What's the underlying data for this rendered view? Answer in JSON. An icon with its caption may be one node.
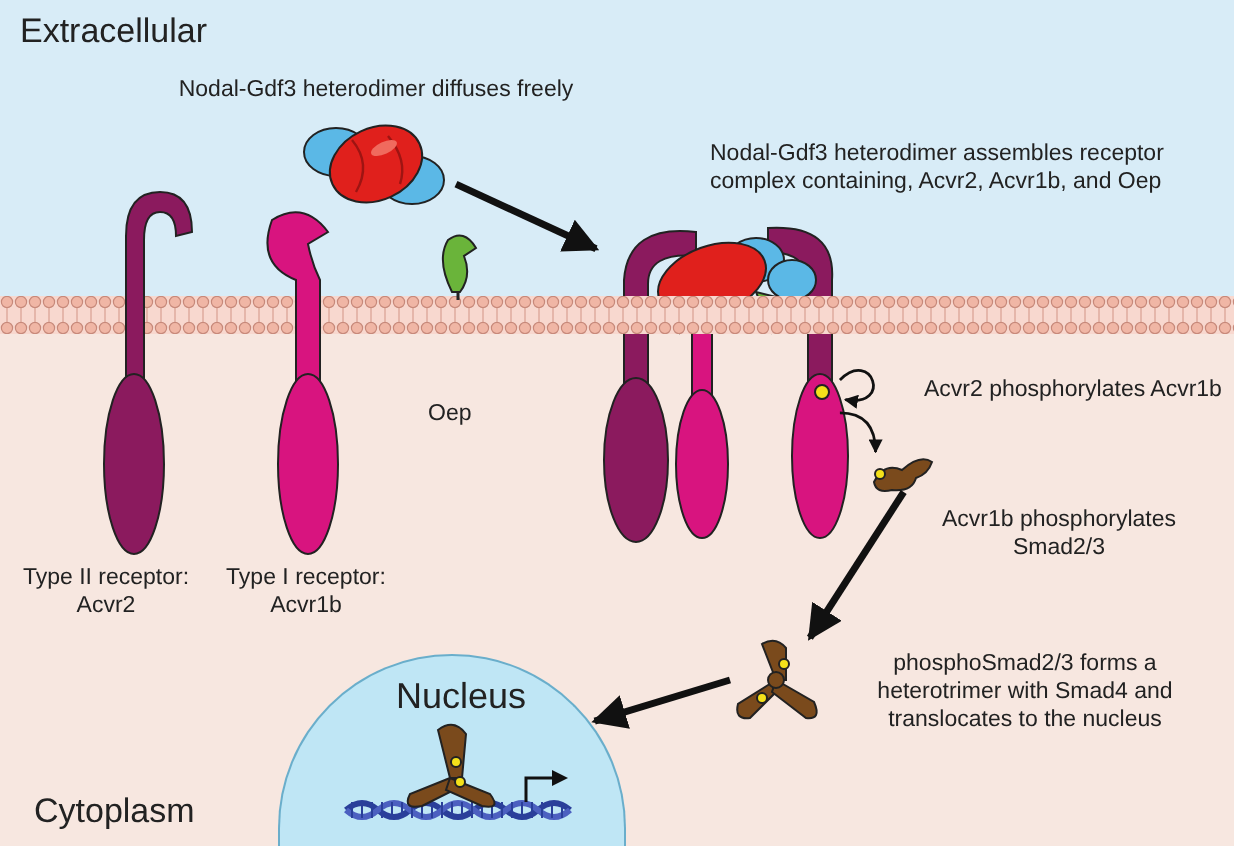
{
  "diagram": {
    "nodes": [
      {
        "text": [
          "Extracellular"
        ]
      },
      {
        "text": [
          "Cytoplasm"
        ]
      },
      {
        "text": [],
        "shape": "picture",
        "in": 0,
        "beside": [
          "Nodal-Gdf3 heterodimer diffuses freely"
        ]
      },
      {
        "text": [],
        "shape": "picture",
        "beside": [
          "Nodal-Gdf3 heterodimer assembles receptor complex containing, Acvr2, Acvr1b, and Oep"
        ]
      },
      {
        "text": [],
        "shape": "picture",
        "in": 1,
        "beside": [
          "Acvr1b phosphorylates Smad2/3"
        ]
      },
      {
        "text": [],
        "shape": "picture",
        "in": 1,
        "beside": [
          "phosphoSmad2/3 forms a heterotrimer with Smad4 and translocates to the nucleus"
        ]
      },
      {
        "text": [
          "Nucleus"
        ],
        "in": 1
      }
    ],
    "edges": [
      {
        "from": 2,
        "to": 3,
        "arrow": "to"
      },
      {
        "from": 4,
        "to": 5,
        "arrow": "to"
      },
      {
        "from": 5,
        "to": 6,
        "arrow": "to"
      },
      {
        "from": 3,
        "to": 4,
        "arrow": "to"
      },
      {
        "from": 3,
        "to": 3,
        "arrow": "to"
      }
    ],
    "labels": [
      "Oep",
      "Acvr2 phosphorylates Acvr1b",
      "Type II receptor: Acvr2",
      "Type I receptor: Acvr1b"
    ]
  }
}
